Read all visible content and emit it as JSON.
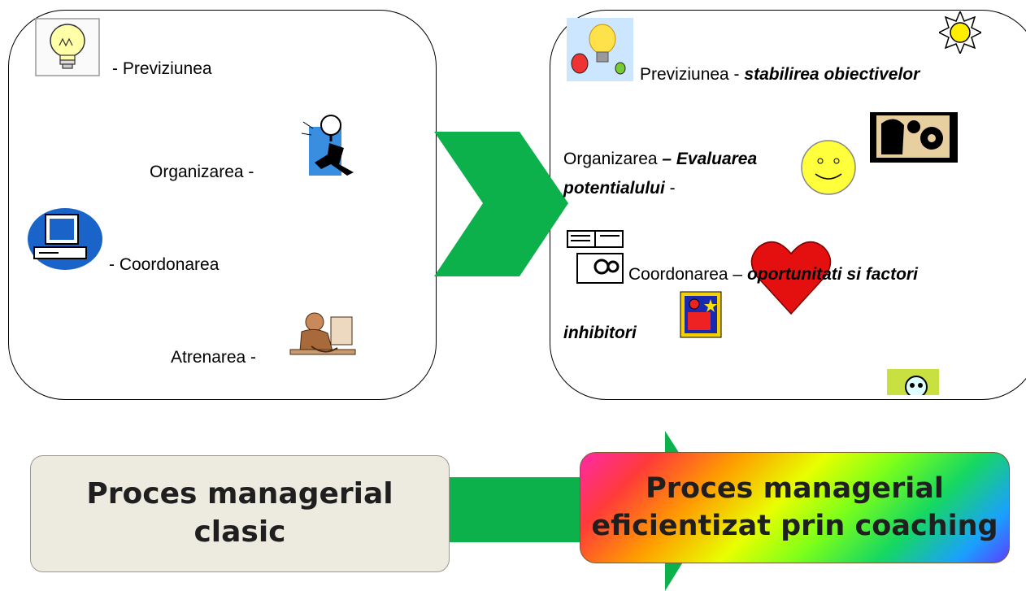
{
  "left_panel": {
    "items": [
      {
        "label": "-  Previziunea"
      },
      {
        "label": "Organizarea  -"
      },
      {
        "label": "-  Coordonarea"
      },
      {
        "label": "Atrenarea -"
      }
    ]
  },
  "right_panel": {
    "previziunea": {
      "label": "Previziunea - ",
      "emphasis": "stabilirea obiectivelor"
    },
    "organizarea": {
      "label": "Organizarea ",
      "emphasis_1": "– Evaluarea",
      "emphasis_2": "potentialului",
      "suffix": " -"
    },
    "coordonarea": {
      "label": "Coordonarea – ",
      "emphasis_1": "oportunitati si factori",
      "emphasis_2": "inhibitori"
    }
  },
  "boxes": {
    "classic_line1": "Proces managerial",
    "classic_line2": "clasic",
    "coaching_line1": "Proces managerial",
    "coaching_line2": "eficientizat prin coaching"
  },
  "colors": {
    "arrow_green": "#0db14b",
    "classic_box_fill": "#edebe0"
  }
}
